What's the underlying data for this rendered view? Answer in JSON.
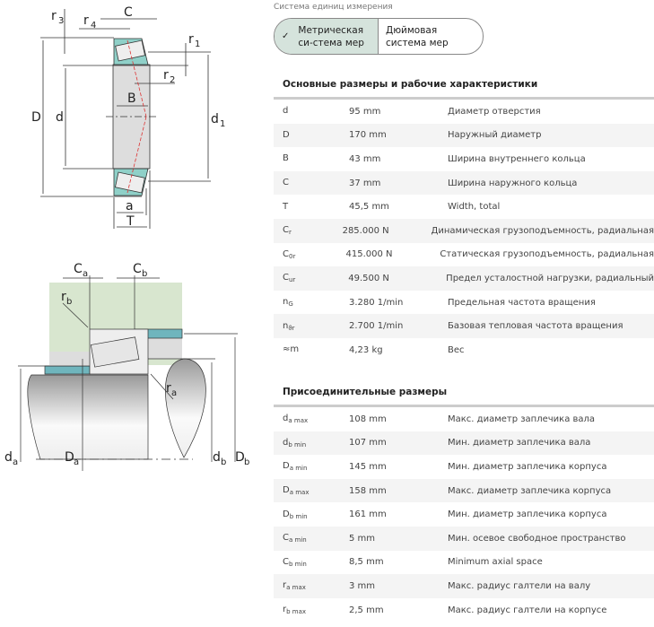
{
  "diagram1": {
    "labels": {
      "r3": "r",
      "r3s": "3",
      "r4": "r",
      "r4s": "4",
      "C": "C",
      "r1": "r",
      "r1s": "1",
      "r2": "r",
      "r2s": "2",
      "B": "B",
      "D": "D",
      "d": "d",
      "d1": "d",
      "d1s": "1",
      "a": "a",
      "T": "T"
    }
  },
  "diagram2": {
    "labels": {
      "Ca": "C",
      "Cas": "a",
      "Cb": "C",
      "Cbs": "b",
      "rb": "r",
      "rbs": "b",
      "ra": "r",
      "ras": "a",
      "da": "d",
      "das": "a",
      "Da": "D",
      "Das": "a",
      "db": "d",
      "dbs": "b",
      "Db": "D",
      "Dbs": "b"
    }
  },
  "units": {
    "label": "Система единиц измерения",
    "metric": "Метрическая си-стема мер",
    "imperial": "Дюймовая система мер",
    "selected": "metric"
  },
  "colors": {
    "selected_bg": "#d5e3dc",
    "ring": "#8fd0c8",
    "housing": "#d8e6cf",
    "sleeve": "#6fb5bd"
  },
  "main": {
    "title": "Основные размеры и рабочие характеристики",
    "rows": [
      {
        "sym": "d",
        "sub": "",
        "value": "95 mm",
        "desc": "Диаметр отверстия"
      },
      {
        "sym": "D",
        "sub": "",
        "value": "170 mm",
        "desc": "Наружный диаметр"
      },
      {
        "sym": "B",
        "sub": "",
        "value": "43 mm",
        "desc": "Ширина внутреннего кольца"
      },
      {
        "sym": "C",
        "sub": "",
        "value": "37 mm",
        "desc": "Ширина наружного кольца"
      },
      {
        "sym": "T",
        "sub": "",
        "value": "45,5 mm",
        "desc": "Width, total"
      },
      {
        "sym": "C",
        "sub": "r",
        "value": "285.000 N",
        "desc": "Динамическая грузоподъемность, радиальная"
      },
      {
        "sym": "C",
        "sub": "0r",
        "value": "415.000 N",
        "desc": "Статическая грузоподъемность, радиальная"
      },
      {
        "sym": "C",
        "sub": "ur",
        "value": "49.500 N",
        "desc": "Предел усталостной нагрузки, радиальный"
      },
      {
        "sym": "n",
        "sub": "G",
        "value": "3.280 1/min",
        "desc": "Предельная частота вращения"
      },
      {
        "sym": "n",
        "sub": "ϑr",
        "value": "2.700 1/min",
        "desc": "Базовая тепловая частота вращения"
      },
      {
        "sym": "≈m",
        "sub": "",
        "value": "4,23 kg",
        "desc": "Вес"
      }
    ]
  },
  "mounting": {
    "title": "Присоединительные размеры",
    "rows": [
      {
        "sym": "d",
        "sub": "a max",
        "value": "108 mm",
        "desc": "Макс. диаметр заплечика вала"
      },
      {
        "sym": "d",
        "sub": "b min",
        "value": "107 mm",
        "desc": "Мин. диаметр заплечика вала"
      },
      {
        "sym": "D",
        "sub": "a min",
        "value": "145 mm",
        "desc": "Мин. диаметр заплечика корпуса"
      },
      {
        "sym": "D",
        "sub": "a max",
        "value": "158 mm",
        "desc": "Макс. диаметр заплечика корпуса"
      },
      {
        "sym": "D",
        "sub": "b min",
        "value": "161 mm",
        "desc": "Мин. диаметр заплечика корпуса"
      },
      {
        "sym": "C",
        "sub": "a min",
        "value": "5 mm",
        "desc": "Мин. осевое свободное пространство"
      },
      {
        "sym": "C",
        "sub": "b min",
        "value": "8,5 mm",
        "desc": "Minimum axial space"
      },
      {
        "sym": "r",
        "sub": "a max",
        "value": "3 mm",
        "desc": "Макс. радиус галтели на валу"
      },
      {
        "sym": "r",
        "sub": "b max",
        "value": "2,5 mm",
        "desc": "Макс. радиус галтели на корпусе"
      }
    ]
  }
}
